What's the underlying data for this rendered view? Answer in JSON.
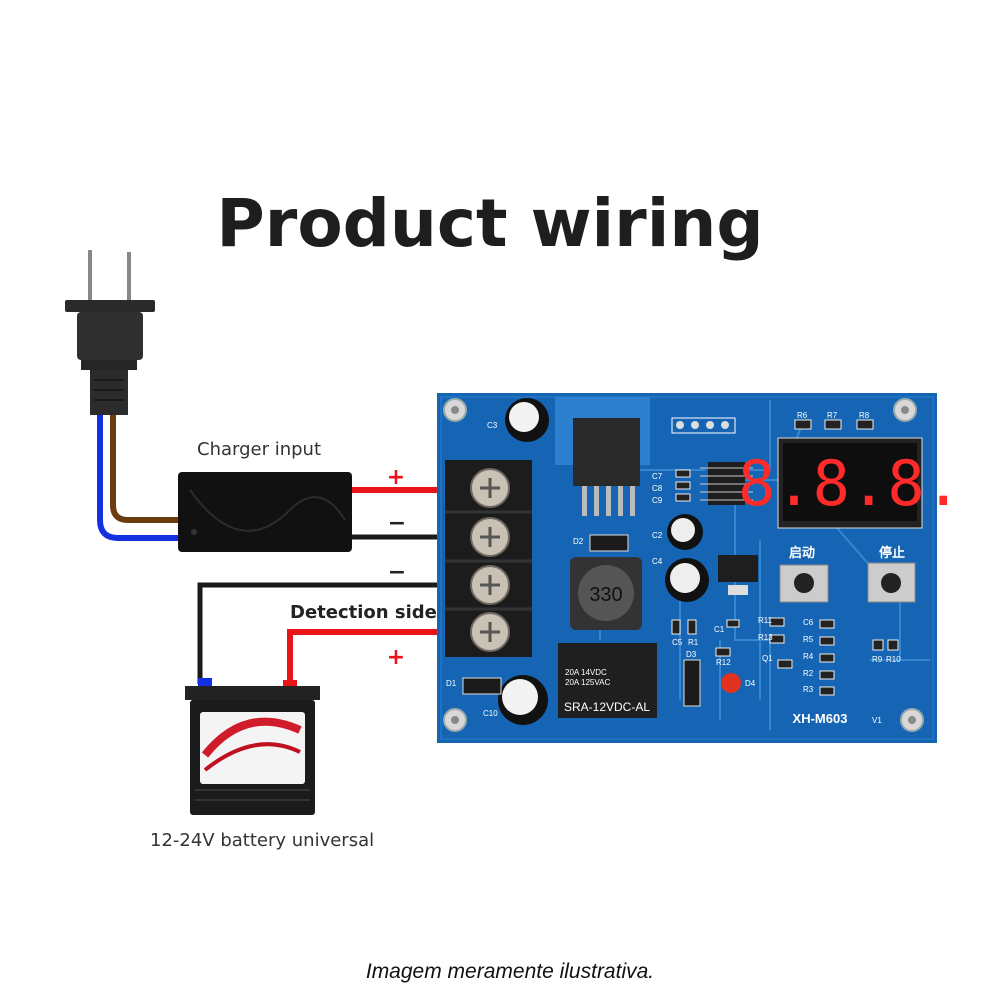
{
  "title": "Product wiring",
  "labels": {
    "charger_input": "Charger input",
    "detection_side": "Detection side",
    "battery": "12-24V battery universal",
    "plus": "+",
    "minus": "−"
  },
  "board": {
    "model": "XH-M603",
    "version": "V1",
    "display": "8.8.8.",
    "start_button": "启动",
    "stop_button": "停止",
    "inductor": "330",
    "relay_line1": "20A 14VDC",
    "relay_line2": "20A 125VAC",
    "relay_model": "SRA-12VDC-AL",
    "components": {
      "c3": "C3",
      "c7": "C7",
      "c8": "C8",
      "c9": "C9",
      "c2": "C2",
      "c4": "C4",
      "d2": "D2",
      "c1": "C1",
      "c5": "C5",
      "r1": "R1",
      "d3": "D3",
      "r12": "R12",
      "d4": "D4",
      "q1": "Q1",
      "c6": "C6",
      "r5": "R5",
      "r4": "R4",
      "r2": "R2",
      "r3": "R3",
      "r9": "R9",
      "r10": "R10",
      "r6": "R6",
      "r7": "R7",
      "r8": "R8",
      "d1": "D1",
      "c10": "C10",
      "r11": "R11",
      "r13": "R13"
    }
  },
  "colors": {
    "board": "#1565b4",
    "positive_wire": "#e8141a",
    "negative_wire": "#1a1a1a",
    "live_wire": "#6b3d0e",
    "neutral_wire": "#1530e0",
    "display_digits": "#ff2a2a"
  },
  "caption": "Imagem meramente ilustrativa."
}
